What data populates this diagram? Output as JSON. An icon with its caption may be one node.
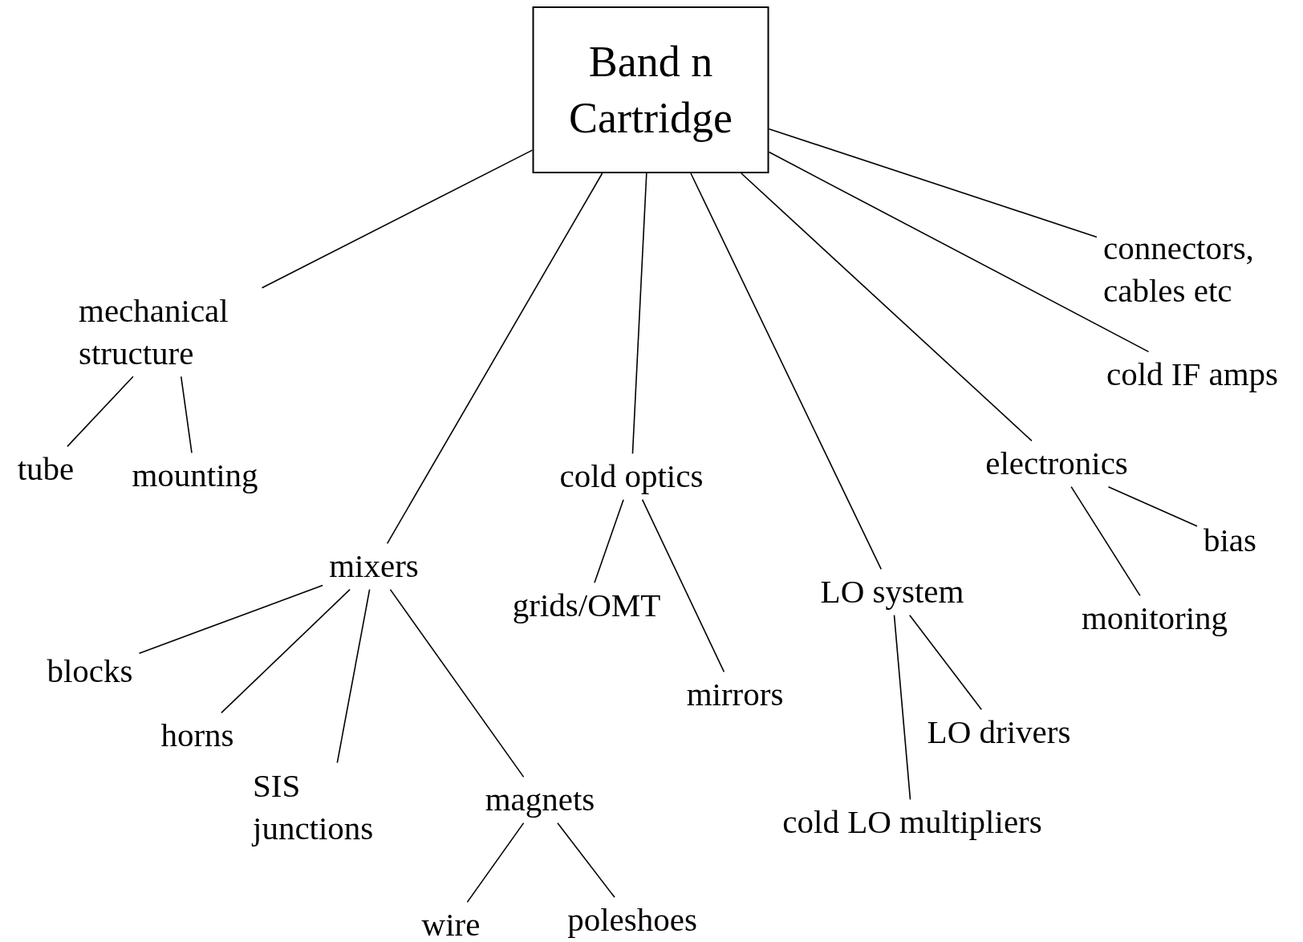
{
  "diagram": {
    "nodes": [
      {
        "text": [
          "Band n Cartridge"
        ]
      },
      {
        "text": [
          "mechanical structure"
        ]
      },
      {
        "text": [
          "tube"
        ]
      },
      {
        "text": [
          "mounting"
        ]
      },
      {
        "text": [
          "mixers"
        ]
      },
      {
        "text": [
          "blocks"
        ]
      },
      {
        "text": [
          "horns"
        ]
      },
      {
        "text": [
          "SIS junctions"
        ]
      },
      {
        "text": [
          "magnets"
        ]
      },
      {
        "text": [
          "wire"
        ]
      },
      {
        "text": [
          "poleshoes"
        ]
      },
      {
        "text": [
          "cold optics"
        ]
      },
      {
        "text": [
          "grids/OMT"
        ]
      },
      {
        "text": [
          "mirrors"
        ]
      },
      {
        "text": [
          "LO system"
        ]
      },
      {
        "text": [
          "cold LO multipliers"
        ]
      },
      {
        "text": [
          "LO drivers"
        ]
      },
      {
        "text": [
          "electronics"
        ]
      },
      {
        "text": [
          "bias"
        ]
      },
      {
        "text": [
          "monitoring"
        ]
      },
      {
        "text": [
          "cold IF amps"
        ]
      },
      {
        "text": [
          "connectors, cables etc"
        ]
      }
    ],
    "edges": [
      {
        "from": 0,
        "to": 1,
        "arrow": "none"
      },
      {
        "from": 1,
        "to": 2,
        "arrow": "none"
      },
      {
        "from": 1,
        "to": 3,
        "arrow": "none"
      },
      {
        "from": 0,
        "to": 4,
        "arrow": "none"
      },
      {
        "from": 4,
        "to": 5,
        "arrow": "none"
      },
      {
        "from": 4,
        "to": 6,
        "arrow": "none"
      },
      {
        "from": 4,
        "to": 7,
        "arrow": "none"
      },
      {
        "from": 4,
        "to": 8,
        "arrow": "none"
      },
      {
        "from": 8,
        "to": 9,
        "arrow": "none"
      },
      {
        "from": 8,
        "to": 10,
        "arrow": "none"
      },
      {
        "from": 0,
        "to": 11,
        "arrow": "none"
      },
      {
        "from": 11,
        "to": 12,
        "arrow": "none"
      },
      {
        "from": 11,
        "to": 13,
        "arrow": "none"
      },
      {
        "from": 0,
        "to": 14,
        "arrow": "none"
      },
      {
        "from": 14,
        "to": 15,
        "arrow": "none"
      },
      {
        "from": 14,
        "to": 16,
        "arrow": "none"
      },
      {
        "from": 0,
        "to": 17,
        "arrow": "none"
      },
      {
        "from": 17,
        "to": 18,
        "arrow": "none"
      },
      {
        "from": 17,
        "to": 19,
        "arrow": "none"
      },
      {
        "from": 0,
        "to": 20,
        "arrow": "none"
      },
      {
        "from": 0,
        "to": 21,
        "arrow": "none"
      }
    ]
  }
}
